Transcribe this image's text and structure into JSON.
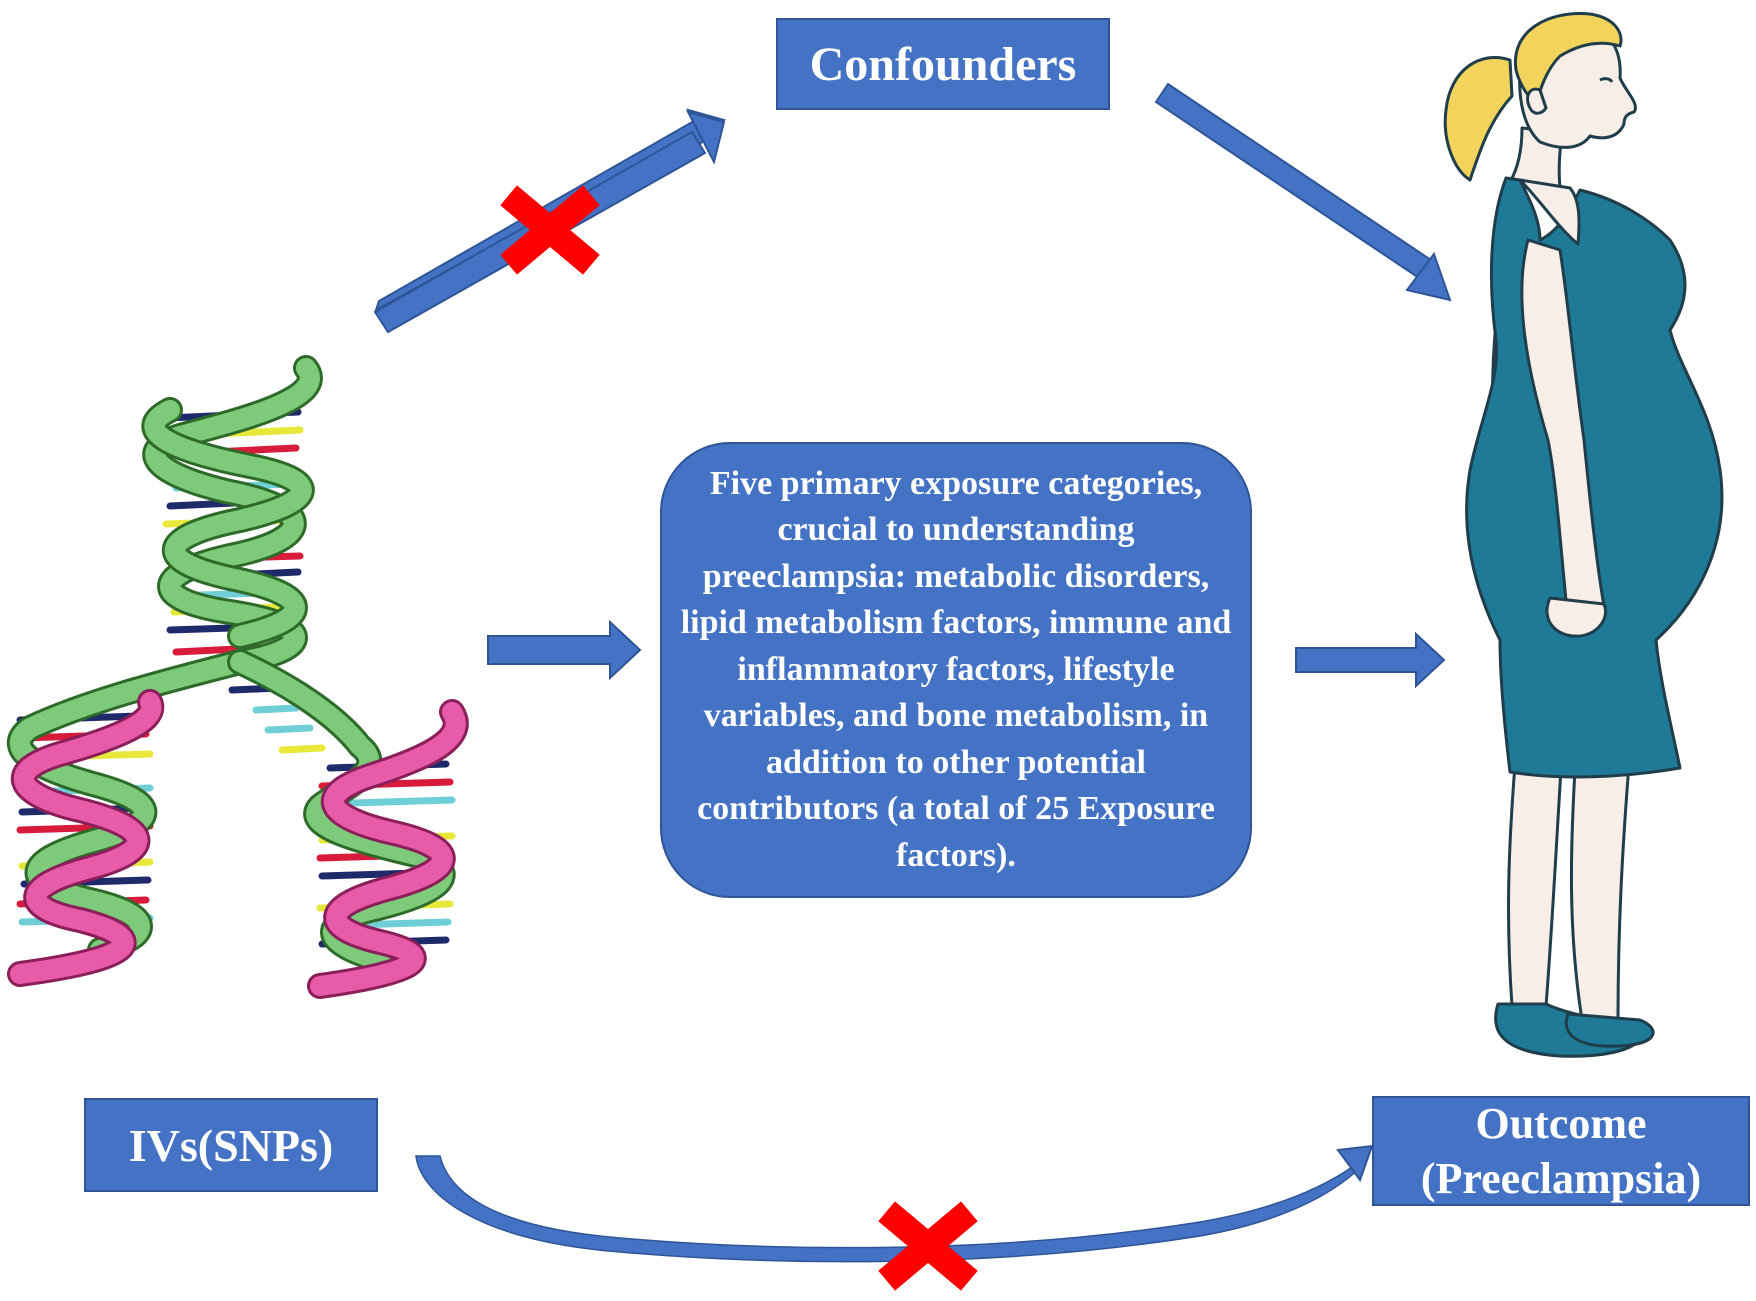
{
  "diagram": {
    "confounders_label": "Confounders",
    "ivs_label": "IVs(SNPs)",
    "outcome_label_line1": "Outcome",
    "outcome_label_line2": "(Preeclampsia)",
    "exposure_text": "Five primary exposure categories, crucial to understanding preeclampsia: metabolic disorders, lipid metabolism factors, immune and inflammatory factors, lifestyle variables, and bone metabolism, in addition to other potential contributors (a total of 25 Exposure factors).",
    "colors": {
      "box_fill": "#4472C4",
      "box_border": "#2F5597",
      "arrow": "#4472C4",
      "cross": "#FF0000",
      "dna_green": "#7DCB7A",
      "dna_pink": "#E85BA8",
      "dress": "#1E7A96",
      "hair": "#F2D35B",
      "skin": "#F8EEE8"
    },
    "icons": [
      "dna-helix-icon",
      "pregnant-woman-icon",
      "cross-icon"
    ]
  }
}
